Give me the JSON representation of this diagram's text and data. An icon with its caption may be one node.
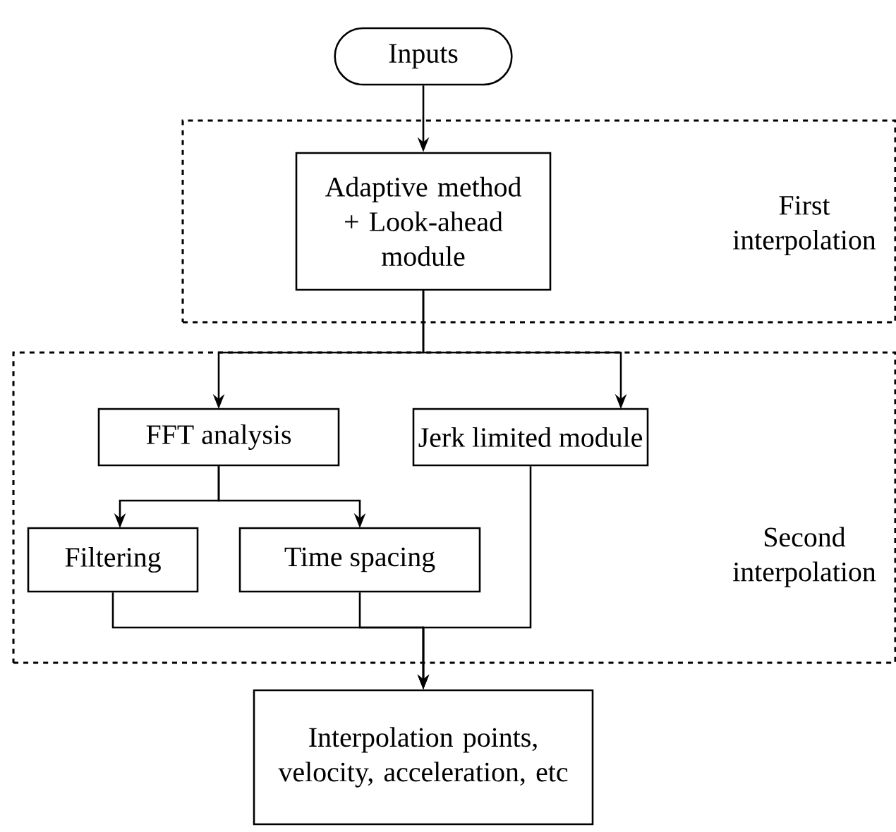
{
  "diagram": {
    "nodes": [
      {
        "text": [
          "Inputs"
        ]
      },
      {
        "text": [
          "First interpolation"
        ]
      },
      {
        "text": [
          "Adaptive method + Look-ahead module"
        ],
        "in": 1
      },
      {
        "text": [
          "Second interpolation"
        ]
      },
      {
        "text": [
          "FFT analysis"
        ],
        "in": 3
      },
      {
        "text": [
          "Jerk limited module"
        ],
        "in": 3
      },
      {
        "text": [
          "Filtering"
        ],
        "in": 3
      },
      {
        "text": [
          "Time spacing"
        ],
        "in": 3
      },
      {
        "text": [
          "Interpolation points, velocity, acceleration, etc"
        ]
      }
    ],
    "edges": [
      {
        "from": 0,
        "to": 2,
        "arrow": "to"
      },
      {
        "from": 2,
        "to": 4,
        "arrow": "to"
      },
      {
        "from": 2,
        "to": 5,
        "arrow": "to"
      },
      {
        "from": 4,
        "to": 6,
        "arrow": "to"
      },
      {
        "from": 4,
        "to": 7,
        "arrow": "to"
      },
      {
        "from": 6,
        "to": 8,
        "arrow": "to"
      },
      {
        "from": 7,
        "to": 8,
        "arrow": "to"
      },
      {
        "from": 5,
        "to": 8,
        "arrow": "to"
      }
    ]
  }
}
